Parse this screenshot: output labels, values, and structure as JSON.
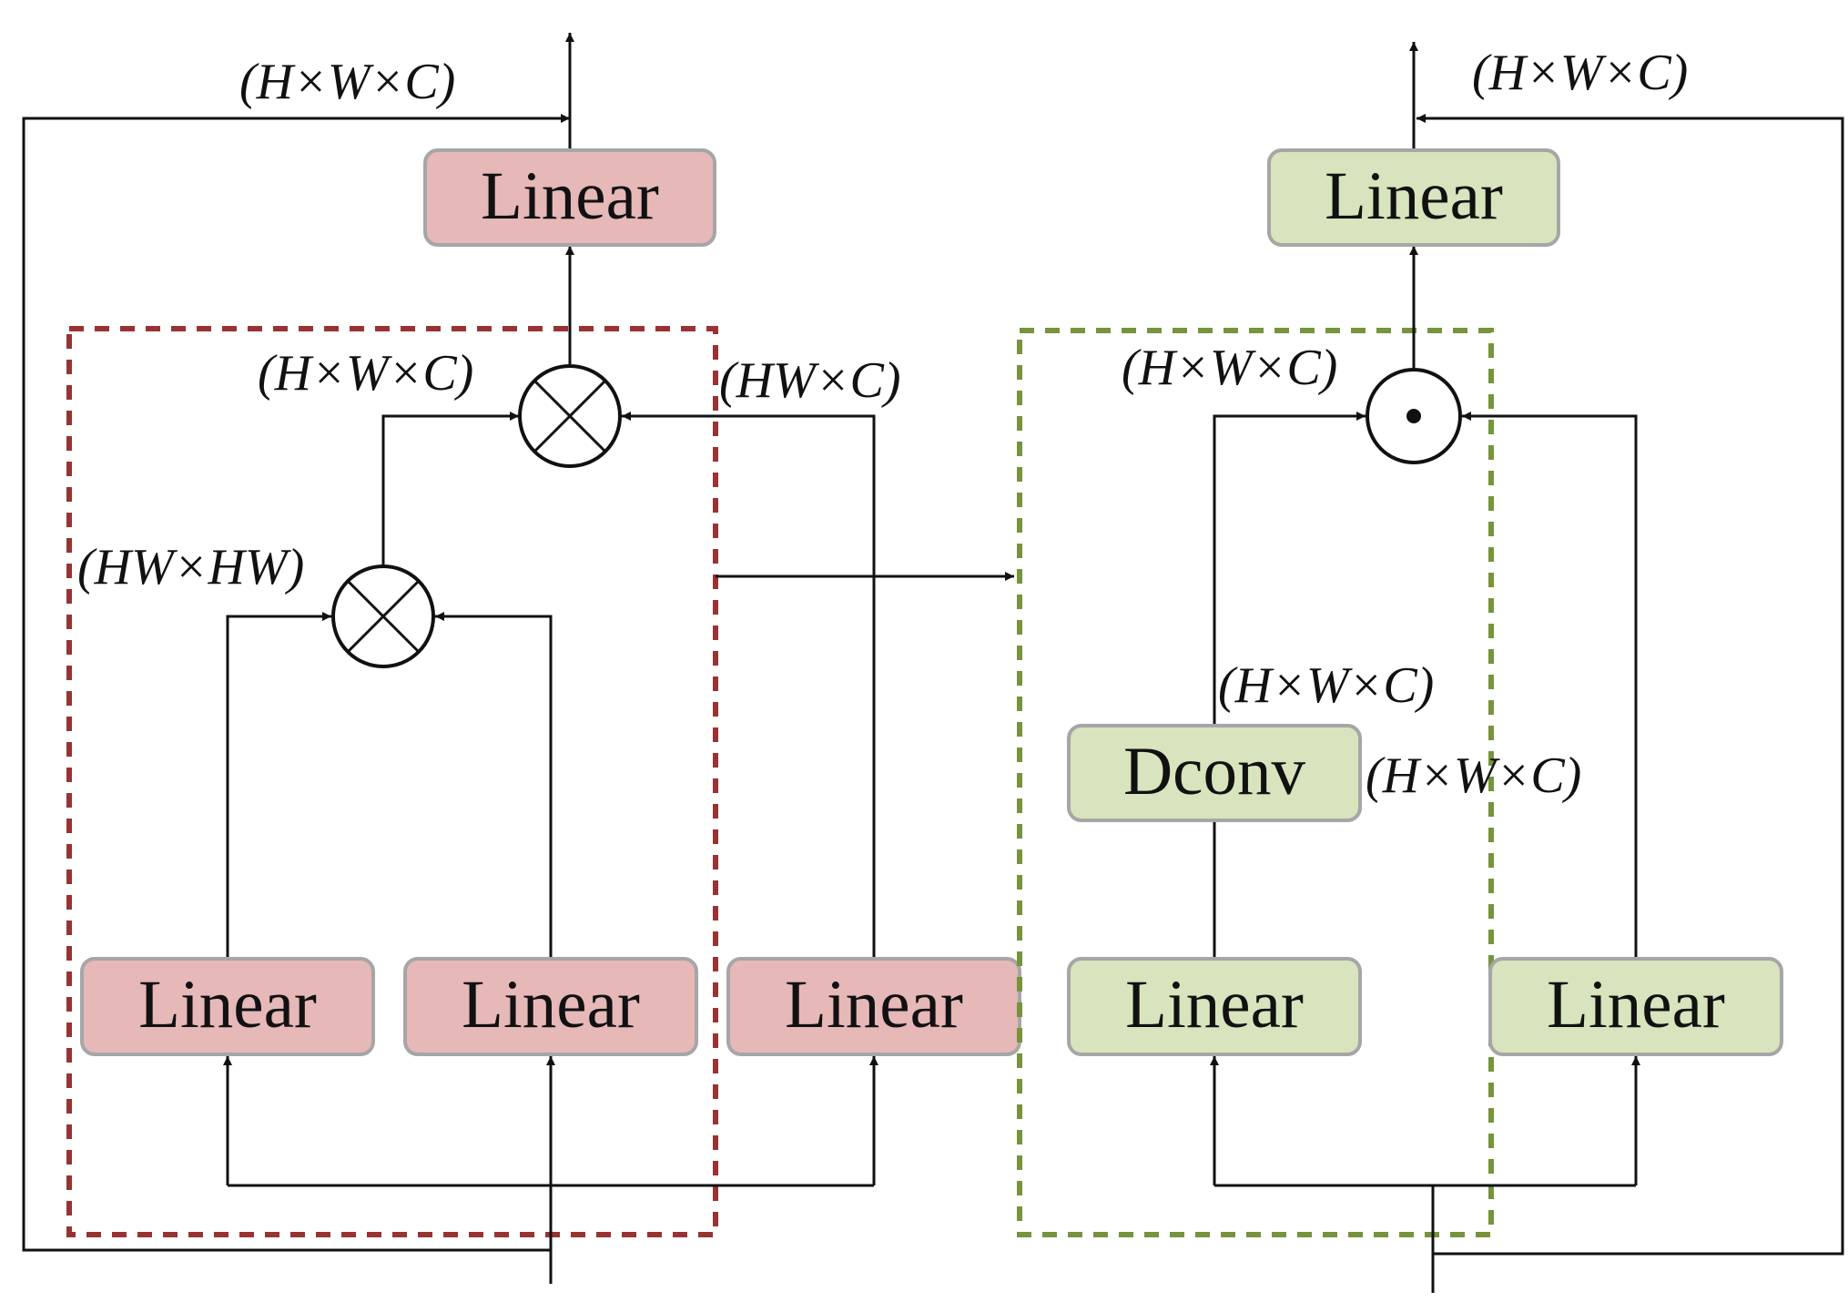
{
  "colors": {
    "red_fill": "#e6b8b7",
    "green_fill": "#d7e4bd",
    "box_border": "#a6a6a6",
    "red_dash": "#993333",
    "green_dash": "#77933c",
    "line": "#111111"
  },
  "left": {
    "top_linear": "Linear",
    "in_linear_1": "Linear",
    "in_linear_2": "Linear",
    "in_linear_3": "Linear",
    "dim_out": "(H×W×C)",
    "dim_mult_in": "(H×W×C)",
    "dim_value": "(HW×C)",
    "dim_attn": "(HW×HW)",
    "op_top": "matmul-icon",
    "op_bottom": "matmul-icon"
  },
  "right": {
    "top_linear": "Linear",
    "dconv": "Dconv",
    "in_linear_1": "Linear",
    "in_linear_2": "Linear",
    "dim_out": "(H×W×C)",
    "dim_mult_in": "(H×W×C)",
    "dim_dconv_out": "(H×W×C)",
    "dim_gate": "(H×W×C)",
    "op": "elementwise-product-icon"
  }
}
